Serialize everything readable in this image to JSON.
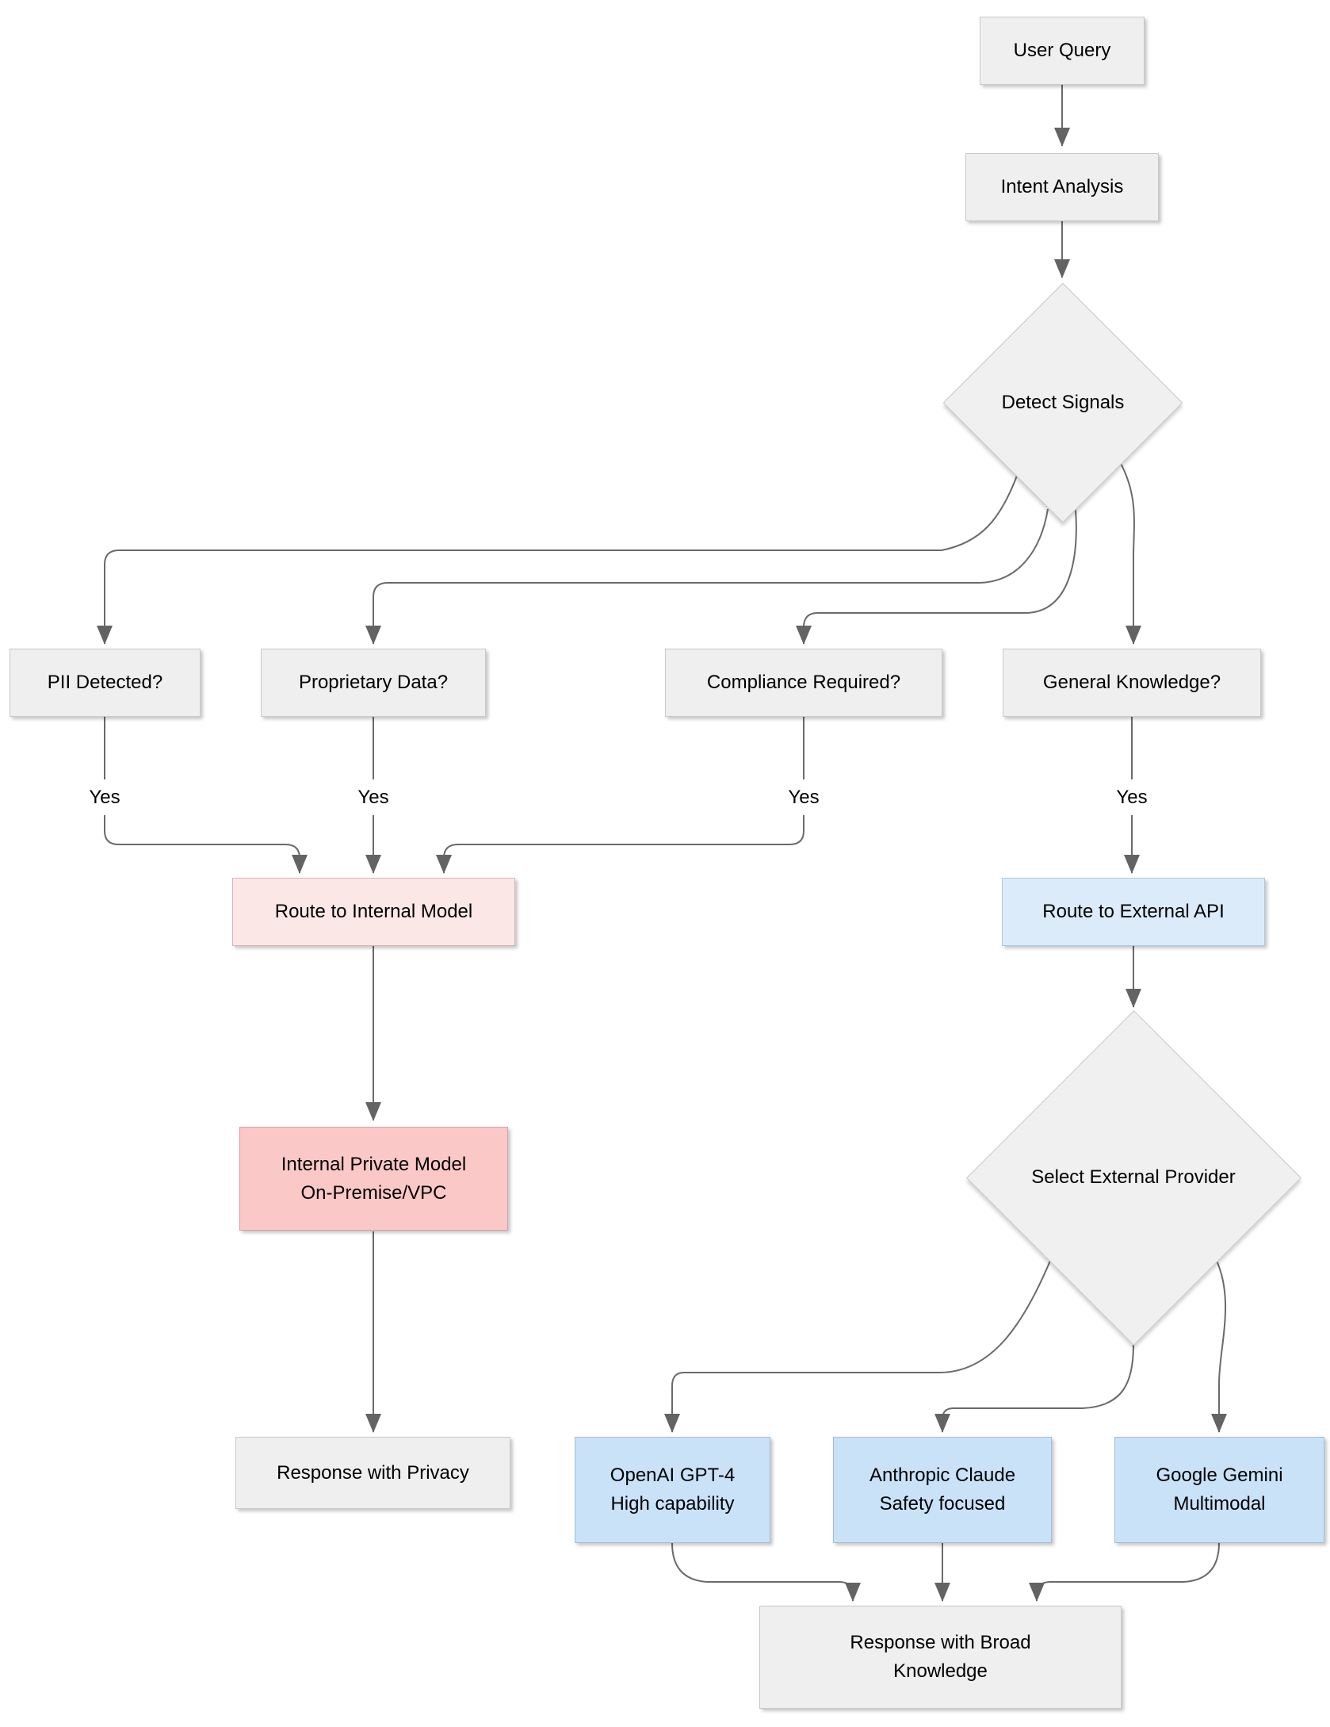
{
  "diagram": {
    "nodes": {
      "user_query": {
        "label": "User Query"
      },
      "intent_analysis": {
        "label": "Intent Analysis"
      },
      "detect_signals": {
        "label": "Detect Signals"
      },
      "pii_detected": {
        "label": "PII Detected?"
      },
      "proprietary_data": {
        "label": "Proprietary Data?"
      },
      "compliance_required": {
        "label": "Compliance Required?"
      },
      "general_knowledge": {
        "label": "General Knowledge?"
      },
      "route_internal": {
        "label": "Route to Internal Model"
      },
      "route_external": {
        "label": "Route to External API"
      },
      "internal_private_model": {
        "line1": "Internal Private Model",
        "line2": "On-Premise/VPC"
      },
      "select_provider": {
        "label": "Select External Provider"
      },
      "response_privacy": {
        "label": "Response with Privacy"
      },
      "openai": {
        "line1": "OpenAI GPT-4",
        "line2": "High capability"
      },
      "anthropic": {
        "line1": "Anthropic Claude",
        "line2": "Safety focused"
      },
      "google": {
        "line1": "Google Gemini",
        "line2": "Multimodal"
      },
      "response_broad": {
        "line1": "Response with Broad",
        "line2": "Knowledge"
      }
    },
    "edge_labels": {
      "pii_yes": "Yes",
      "proprietary_yes": "Yes",
      "compliance_yes": "Yes",
      "general_yes": "Yes"
    },
    "colors": {
      "neutral_fill": "#efefef",
      "internal_route_fill": "#fce7e7",
      "internal_model_fill": "#fbc8c8",
      "external_route_fill": "#dcebfa",
      "provider_fill": "#c9e2f8",
      "edge_stroke": "#6a6a6a",
      "text": "#000000"
    }
  }
}
